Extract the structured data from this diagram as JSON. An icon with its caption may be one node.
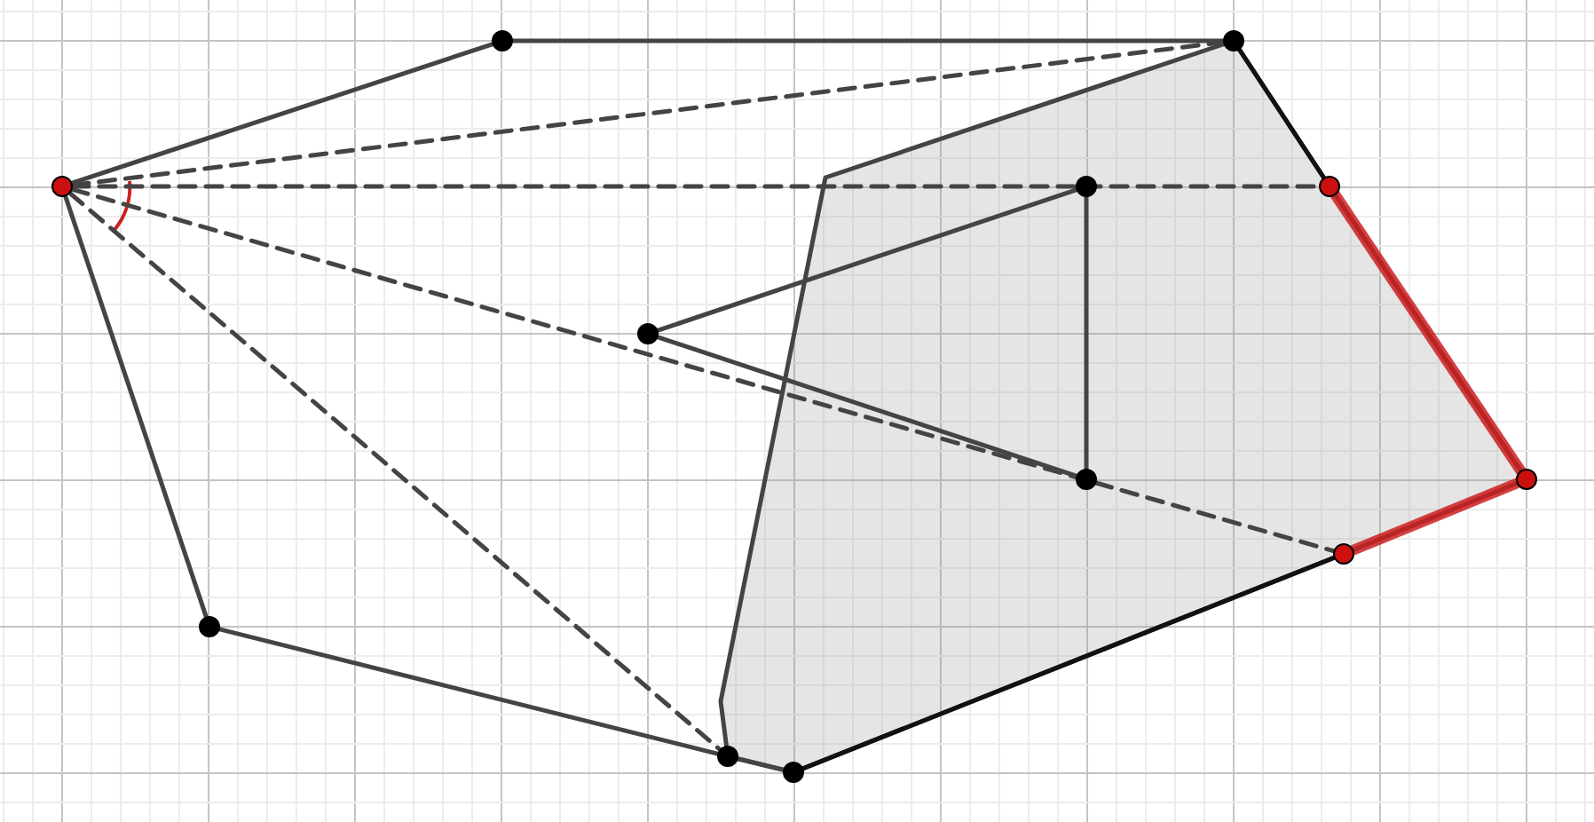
{
  "diagram": {
    "nodes": [
      {
        "text": [],
        "shape": "circle"
      },
      {
        "text": [],
        "shape": "circle"
      },
      {
        "text": [],
        "shape": "circle"
      },
      {
        "text": [],
        "shape": "circle"
      },
      {
        "text": [],
        "shape": "circle"
      },
      {
        "text": [],
        "shape": "circle"
      },
      {
        "text": [],
        "shape": "circle"
      },
      {
        "text": [],
        "shape": "circle"
      },
      {
        "text": [],
        "shape": "circle"
      },
      {
        "text": [],
        "shape": "circle"
      },
      {
        "text": [],
        "shape": "circle"
      },
      {
        "text": [],
        "shape": "circle"
      }
    ],
    "edges": [
      {
        "from": 0,
        "to": 1,
        "arrow": "none"
      },
      {
        "from": 1,
        "to": 2,
        "arrow": "none"
      },
      {
        "from": 2,
        "to": 4,
        "arrow": "none",
        "color": "#111111"
      },
      {
        "from": 4,
        "to": 7,
        "arrow": "none",
        "style": "thick",
        "color": "#cc1f1f"
      },
      {
        "from": 7,
        "to": 8,
        "arrow": "none",
        "style": "thick",
        "color": "#cc1f1f"
      },
      {
        "from": 8,
        "to": 11,
        "arrow": "none",
        "color": "#111111"
      },
      {
        "from": 11,
        "to": 10,
        "arrow": "none"
      },
      {
        "from": 10,
        "to": 9,
        "arrow": "none"
      },
      {
        "from": 9,
        "to": 0,
        "arrow": "none"
      },
      {
        "from": 5,
        "to": 3,
        "arrow": "none"
      },
      {
        "from": 3,
        "to": 6,
        "arrow": "none"
      },
      {
        "from": 5,
        "to": 6,
        "arrow": "none"
      },
      {
        "from": 0,
        "to": 2,
        "arrow": "none",
        "style": "dashed"
      },
      {
        "from": 0,
        "to": 4,
        "arrow": "none",
        "style": "dashed"
      },
      {
        "from": 0,
        "to": 8,
        "arrow": "none",
        "style": "dashed"
      },
      {
        "from": 0,
        "to": 10,
        "arrow": "none",
        "style": "dashed"
      }
    ]
  }
}
